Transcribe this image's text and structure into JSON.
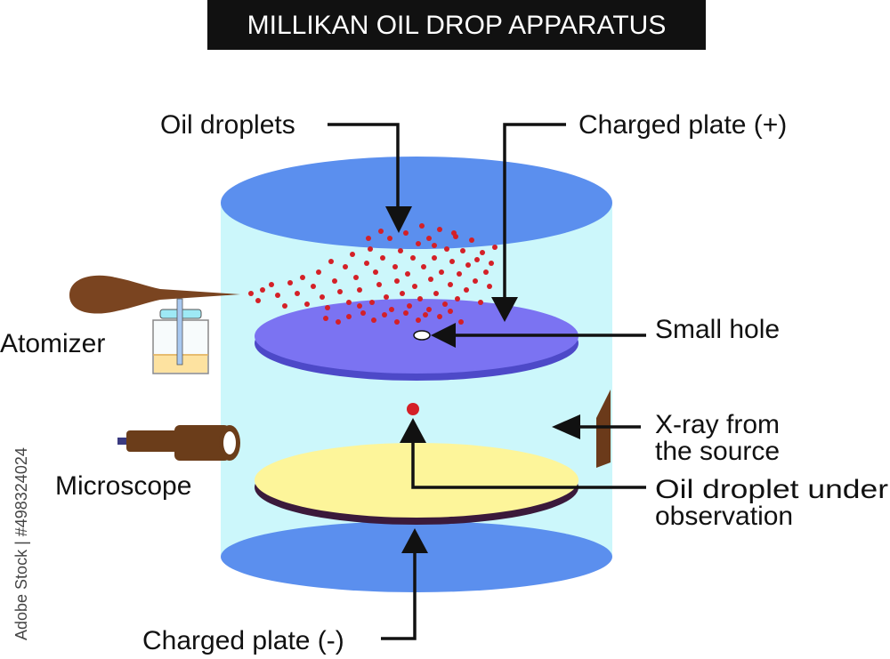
{
  "title": "MILLIKAN OIL DROP APPARATUS",
  "labels": {
    "oil_droplets": "Oil droplets",
    "charged_plate_pos": "Charged plate (+)",
    "small_hole": "Small hole",
    "atomizer": "Atomizer",
    "xray_line1": "X-ray from",
    "xray_line2": "the source",
    "microscope": "Microscope",
    "oil_droplet_obs_line1": "Oil droplet under",
    "oil_droplet_obs_line2": "observation",
    "charged_plate_neg": "Charged plate (-)"
  },
  "watermark": "Adobe Stock | #498324024",
  "colors": {
    "chamber_fill": "#ccf7fb",
    "chamber_disc": "#5b8fee",
    "upper_plate": "#7b73f2",
    "upper_plate_edge": "#4d49c8",
    "lower_plate": "#fdf59a",
    "lower_plate_edge": "#3b1a3b",
    "droplet": "#d42027",
    "atomizer_bulb": "#7a4420",
    "microscope_body": "#6b3d1a",
    "oil_in_jar": "#fde2a0",
    "xray_source": "#6b3a1a",
    "title_bg": "#111111"
  }
}
